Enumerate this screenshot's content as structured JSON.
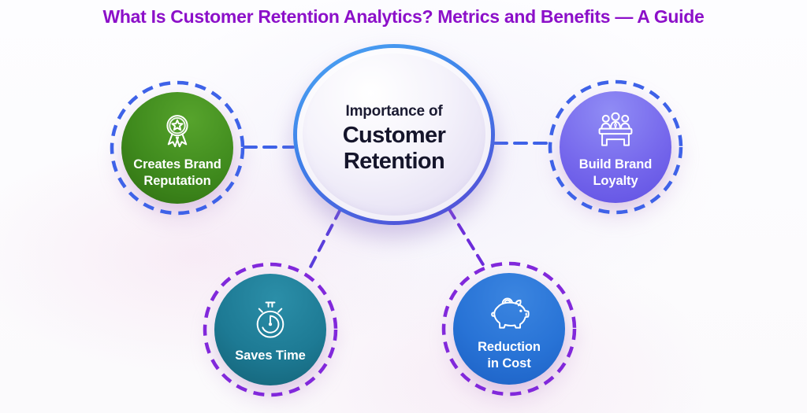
{
  "title": {
    "text": "What Is Customer Retention Analytics? Metrics and Benefits — A Guide",
    "color": "#8C10C9"
  },
  "center": {
    "subtitle": "Importance of",
    "line1": "Customer",
    "line2": "Retention",
    "ring_color_top": "#4BA6F3",
    "ring_color_bottom": "#5747D4",
    "fill_color": "#F0EEF9",
    "text_color": "#15152B"
  },
  "nodes": [
    {
      "id": "creates-brand-reputation",
      "label_line1": "Creates Brand",
      "label_line2": "Reputation",
      "icon": "award-ribbon-icon",
      "circle_color": "#3F8A1D",
      "dash_color": "#3E62E8",
      "position": "top-left"
    },
    {
      "id": "build-brand-loyalty",
      "label_line1": "Build Brand",
      "label_line2": "Loyalty",
      "icon": "team-table-icon",
      "circle_color": "#7668EC",
      "dash_color": "#3E62E8",
      "position": "top-right"
    },
    {
      "id": "saves-time",
      "label_line1": "Saves Time",
      "label_line2": "",
      "icon": "stopwatch-icon",
      "circle_color": "#1D7A94",
      "dash_color": "#8128DB",
      "position": "bottom-left"
    },
    {
      "id": "reduction-in-cost",
      "label_line1": "Reduction",
      "label_line2": "in Cost",
      "icon": "piggy-bank-icon",
      "circle_color": "#2873D6",
      "dash_color": "#8128DB",
      "position": "bottom-right"
    }
  ]
}
